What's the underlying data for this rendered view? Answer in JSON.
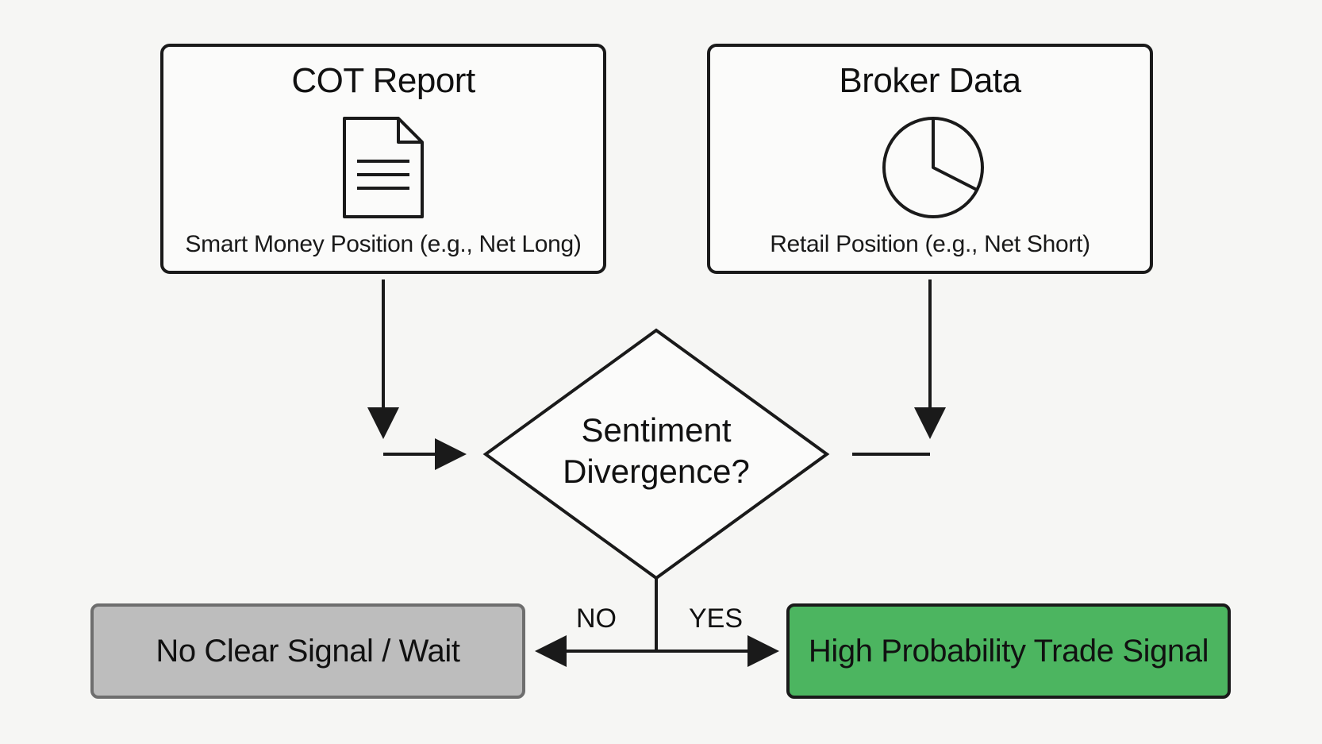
{
  "inputs": {
    "cot": {
      "title": "COT Report",
      "caption": "Smart Money Position (e.g., Net Long)",
      "icon": "document-icon"
    },
    "broker": {
      "title": "Broker Data",
      "caption": "Retail Position (e.g., Net Short)",
      "icon": "pie-chart-icon"
    }
  },
  "decision": {
    "line1": "Sentiment",
    "line2": "Divergence?"
  },
  "branches": {
    "no_label": "NO",
    "yes_label": "YES"
  },
  "outcomes": {
    "no": {
      "label": "No Clear Signal / Wait",
      "color": "#bdbdbd"
    },
    "yes": {
      "label": "High Probability Trade Signal",
      "color": "#4cb560"
    }
  },
  "colors": {
    "stroke": "#1a1a1a",
    "background": "#f6f6f4"
  }
}
